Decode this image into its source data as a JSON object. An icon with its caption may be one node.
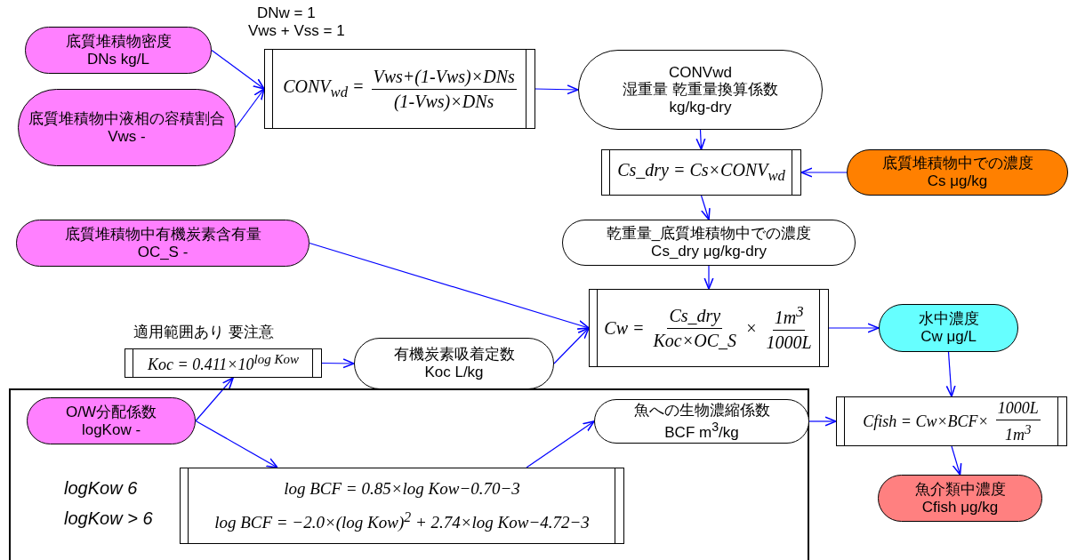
{
  "diagram": {
    "nodes": [
      {
        "text": [
          "底質堆積物密度",
          "DNs kg/L"
        ]
      },
      {
        "text": [
          "底質堆積物中液相の容積割合",
          "Vws -"
        ]
      },
      {
        "text": [
          "CONV$_{wd}$ =",
          "Vws+(1-Vws)×DNs",
          "(1-Vws)×DNs"
        ],
        "beside": [
          "DNw = 1",
          "Vws + Vss = 1"
        ]
      },
      {
        "text": [
          "CONVwd",
          "湿重量 乾重量換算係数",
          "kg/kg-dry"
        ]
      },
      {
        "text": [
          "Cs_dry = Cs×CONV$_{wd}$"
        ]
      },
      {
        "text": [
          "底質堆積物中での濃度",
          "Cs μg/kg"
        ]
      },
      {
        "text": [
          "乾重量_底質堆積物中での濃度",
          "Cs_dry μg/kg-dry"
        ]
      },
      {
        "text": [
          "底質堆積物中有機炭素含有量",
          "OC_S -"
        ]
      },
      {
        "text": [
          "Cw =",
          "Cs_dry",
          "Koc×OC_S",
          "×",
          "1m$^{3}$",
          "1000L"
        ]
      },
      {
        "text": [
          "水中濃度",
          "Cw μg/L"
        ]
      },
      {
        "text": [
          "Koc = 0.411×10$^{log Kow}$"
        ],
        "beside": [
          "適用範囲あり 要注意"
        ]
      },
      {
        "text": [
          "有機炭素吸着定数",
          "Koc L/kg"
        ]
      },
      {
        "text": [],
        "shape": "box"
      },
      {
        "text": [
          "O/W分配係数",
          "logKow -"
        ],
        "in": 12
      },
      {
        "text": [
          "魚への生物濃縮係数",
          "BCF m$^{3}$/kg"
        ],
        "in": 12
      },
      {
        "text": [
          "log BCF = 0.85×log Kow−0.70−3",
          "log BCF = −2.0×(log Kow)$^{2}$ + 2.74×log Kow−4.72−3"
        ],
        "beside": [
          "logKow 6",
          "logKow > 6"
        ],
        "in": 12
      },
      {
        "text": [
          "Cfish = Cw×BCF×",
          "1000L",
          "1m$^{3}$"
        ]
      },
      {
        "text": [
          "魚介類中濃度",
          "Cfish μg/kg"
        ]
      }
    ],
    "edges": [
      {
        "from": 0,
        "to": 2,
        "arrow": "to"
      },
      {
        "from": 1,
        "to": 2,
        "arrow": "to"
      },
      {
        "from": 2,
        "to": 3,
        "arrow": "to"
      },
      {
        "from": 3,
        "to": 4,
        "arrow": "to"
      },
      {
        "from": 5,
        "to": 4,
        "arrow": "to"
      },
      {
        "from": 4,
        "to": 6,
        "arrow": "to"
      },
      {
        "from": 6,
        "to": 8,
        "arrow": "to"
      },
      {
        "from": 7,
        "to": 8,
        "arrow": "to"
      },
      {
        "from": 11,
        "to": 8,
        "arrow": "to"
      },
      {
        "from": 8,
        "to": 9,
        "arrow": "to"
      },
      {
        "from": 10,
        "to": 11,
        "arrow": "to"
      },
      {
        "from": 13,
        "to": 10,
        "arrow": "to"
      },
      {
        "from": 13,
        "to": 15,
        "arrow": "to"
      },
      {
        "from": 15,
        "to": 14,
        "arrow": "to"
      },
      {
        "from": 14,
        "to": 16,
        "arrow": "to"
      },
      {
        "from": 9,
        "to": 16,
        "arrow": "to"
      },
      {
        "from": 16,
        "to": 17,
        "arrow": "to"
      }
    ]
  }
}
